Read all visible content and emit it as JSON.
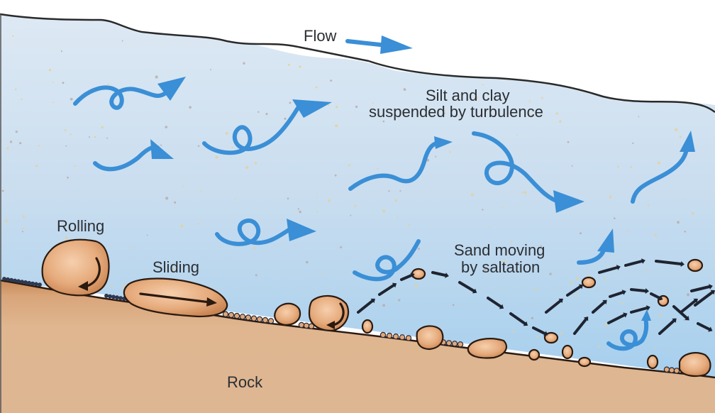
{
  "diagram": {
    "labels": {
      "flow": "Flow",
      "suspended_line1": "Silt and clay",
      "suspended_line2": "suspended by turbulence",
      "rolling": "Rolling",
      "sliding": "Sliding",
      "saltation_line1": "Sand moving",
      "saltation_line2": "by saltation",
      "rock": "Rock"
    },
    "colors": {
      "water_top": "#dbe8f4",
      "water_bottom": "#a9d0ee",
      "rock": "#ddb692",
      "rock_edge": "#c98a58",
      "grain": "#e3a877",
      "flow_arrow": "#3a8fd6",
      "outline": "#2a1a10",
      "label": "#2b2e33"
    },
    "icons": {
      "flow_arrow": "arrow-right-icon",
      "turbulence": "curly-arrow-icon",
      "saltation": "dashed-arrow-icon"
    }
  }
}
